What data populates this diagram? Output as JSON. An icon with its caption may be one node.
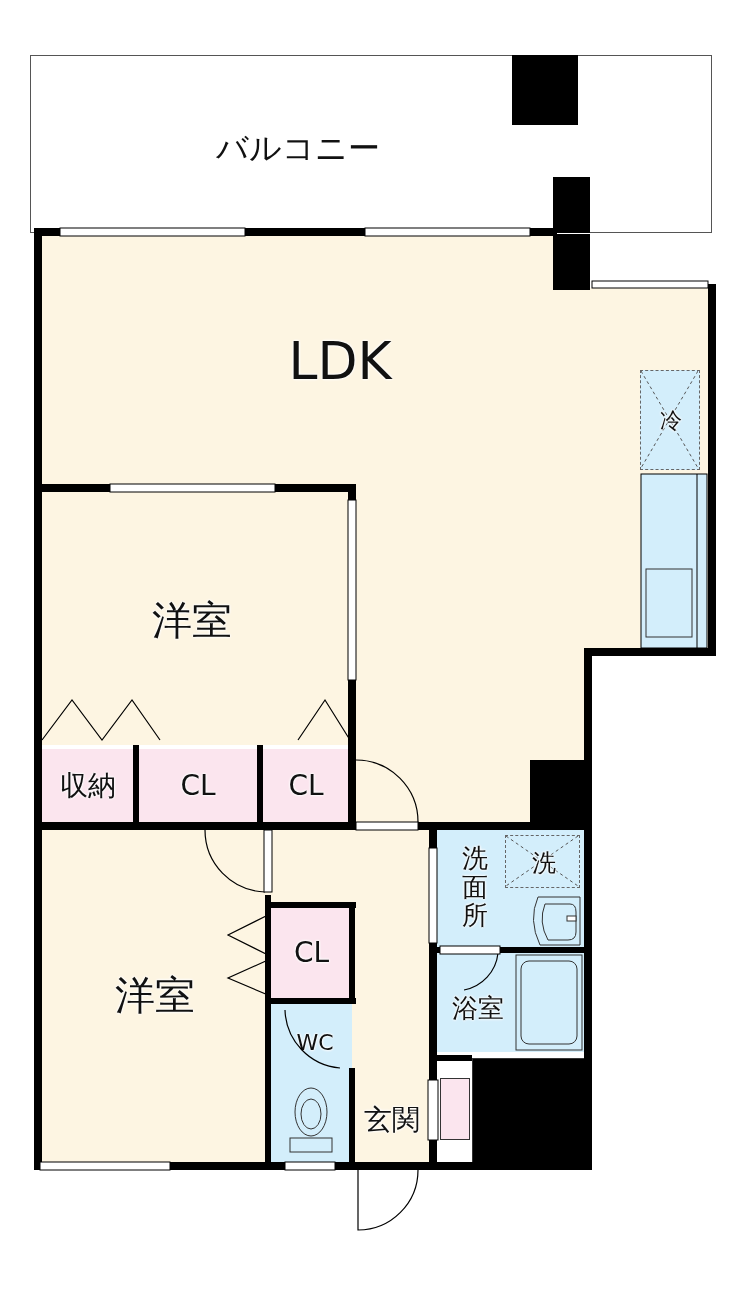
{
  "diagram": {
    "nodes": [
      {
        "text": [
          "バルコニー"
        ]
      },
      {
        "text": [
          "LDK"
        ]
      },
      {
        "text": [
          "冷"
        ],
        "in": 1
      },
      {
        "text": [
          "洋室"
        ]
      },
      {
        "text": [
          "収納"
        ]
      },
      {
        "text": [
          "CL"
        ]
      },
      {
        "text": [
          "CL"
        ]
      },
      {
        "text": [
          "洗面所"
        ]
      },
      {
        "text": [
          "洗"
        ],
        "in": 7
      },
      {
        "text": [
          "洋室"
        ]
      },
      {
        "text": [
          "CL"
        ]
      },
      {
        "text": [
          "浴室"
        ]
      },
      {
        "text": [
          "WC"
        ]
      },
      {
        "text": [
          "玄関"
        ]
      },
      {
        "text": [],
        "shape": "box"
      },
      {
        "text": [],
        "shape": "box"
      }
    ]
  }
}
